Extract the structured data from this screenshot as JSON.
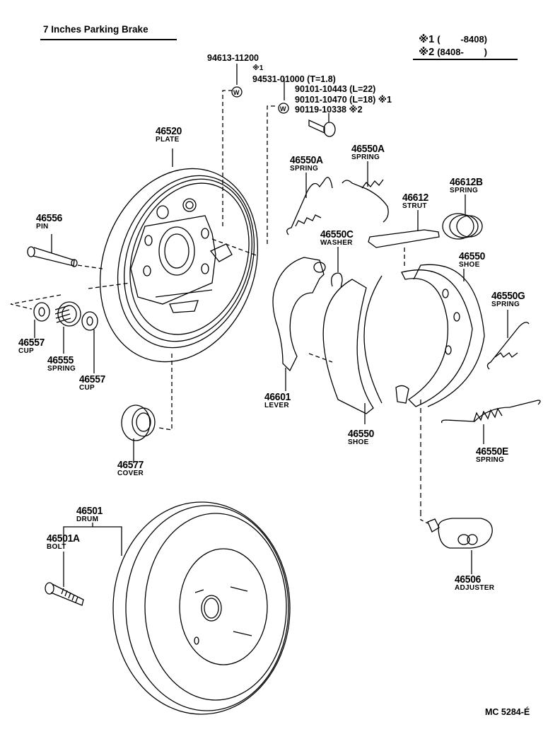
{
  "title": "7 Inches Parking Brake",
  "legend": [
    {
      "mark": "※1",
      "range": "(        -8408)"
    },
    {
      "mark": "※2",
      "range": "(8408-        )"
    }
  ],
  "drawing_code": "MC 5284-É",
  "parts": {
    "bolt_group": [
      {
        "number": "94613-11200",
        "note": ""
      },
      {
        "number": "",
        "note": "※1"
      },
      {
        "number": "94531-01000",
        "note": "(T=1.8)"
      },
      {
        "number": "90101-10443",
        "note": "(L=22)"
      },
      {
        "number": "90101-10470",
        "note": "(L=18) ※1"
      },
      {
        "number": "90119-10338",
        "note": "※2"
      }
    ],
    "washer_symbol": "W",
    "plate": {
      "number": "46520",
      "name": "PLATE"
    },
    "pin": {
      "number": "46556",
      "name": "PIN"
    },
    "cup_left": {
      "number": "46557",
      "name": "CUP"
    },
    "spring_hold": {
      "number": "46555",
      "name": "SPRING"
    },
    "cup_right": {
      "number": "46557",
      "name": "CUP"
    },
    "cover": {
      "number": "46577",
      "name": "COVER"
    },
    "spring_a1": {
      "number": "46550A",
      "name": "SPRING"
    },
    "spring_a2": {
      "number": "46550A",
      "name": "SPRING"
    },
    "spring_b": {
      "number": "46612B",
      "name": "SPRING"
    },
    "strut": {
      "number": "46612",
      "name": "STRUT"
    },
    "washer_c": {
      "number": "46550C",
      "name": "WASHER"
    },
    "shoe_right": {
      "number": "46550",
      "name": "SHOE"
    },
    "spring_g": {
      "number": "46550G",
      "name": "SPRING"
    },
    "lever": {
      "number": "46601",
      "name": "LEVER"
    },
    "shoe_bottom": {
      "number": "46550",
      "name": "SHOE"
    },
    "spring_e": {
      "number": "46550E",
      "name": "SPRING"
    },
    "drum": {
      "number": "46501",
      "name": "DRUM"
    },
    "drum_bolt": {
      "number": "46501A",
      "name": "BOLT"
    },
    "adjuster": {
      "number": "46506",
      "name": "ADJUSTER"
    }
  }
}
